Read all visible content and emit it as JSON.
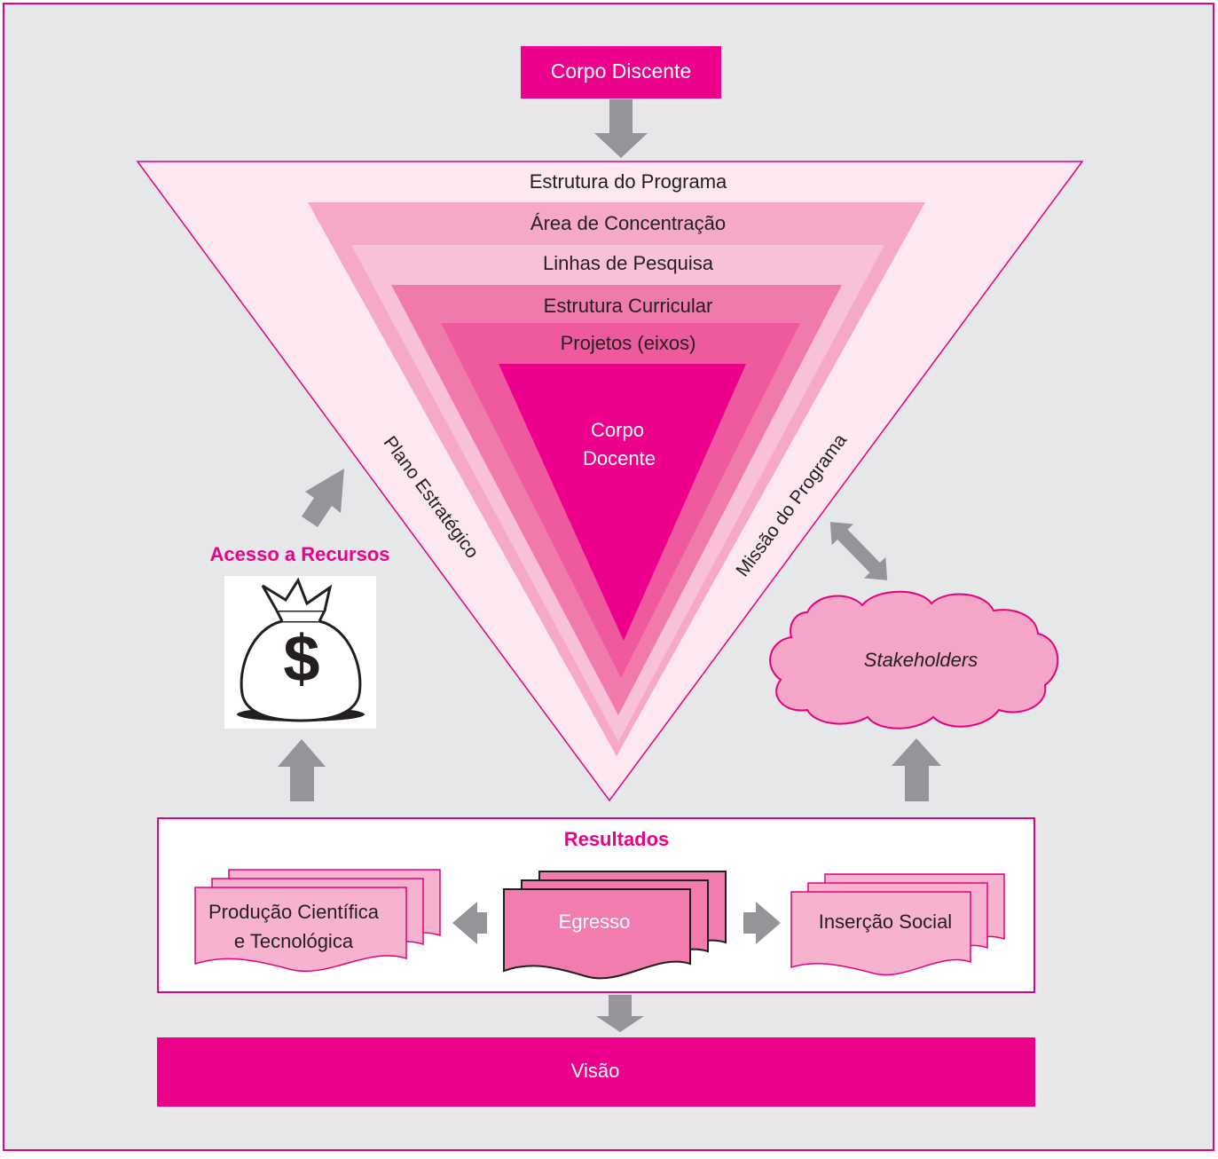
{
  "colors": {
    "background": "#e6e7e8",
    "border": "#e6007e",
    "accent": "#ec008c",
    "arrow": "#939598",
    "outer_triangle": "#fde7f0",
    "layer_area": "#f6a8c9",
    "layer_linhas": "#f8c1d8",
    "layer_curricular": "#f17aad",
    "layer_projetos": "#ee5a9d",
    "core": "#ec008c",
    "doc_fill": "#f7b2d0",
    "egresso_fill": "#f27bb0",
    "cloud_fill": "#f5a6c8"
  },
  "top_box": {
    "label": "Corpo Discente"
  },
  "pyramid": {
    "layers": [
      "Estrutura do Programa",
      "Área de Concentração",
      "Linhas de Pesquisa",
      "Estrutura Curricular",
      "Projetos (eixos)"
    ],
    "core_line1": "Corpo",
    "core_line2": "Docente",
    "left_side": "Plano Estratégico",
    "right_side": "Missão do Programa"
  },
  "resources": {
    "title": "Acesso a Recursos",
    "icon": "money-bag-icon",
    "icon_symbol": "$"
  },
  "stakeholders": {
    "label": "Stakeholders"
  },
  "results": {
    "title": "Resultados",
    "left_doc_line1": "Produção Científica",
    "left_doc_line2": "e Tecnológica",
    "center_doc": "Egresso",
    "right_doc": "Inserção Social"
  },
  "vision": {
    "label": "Visão"
  }
}
